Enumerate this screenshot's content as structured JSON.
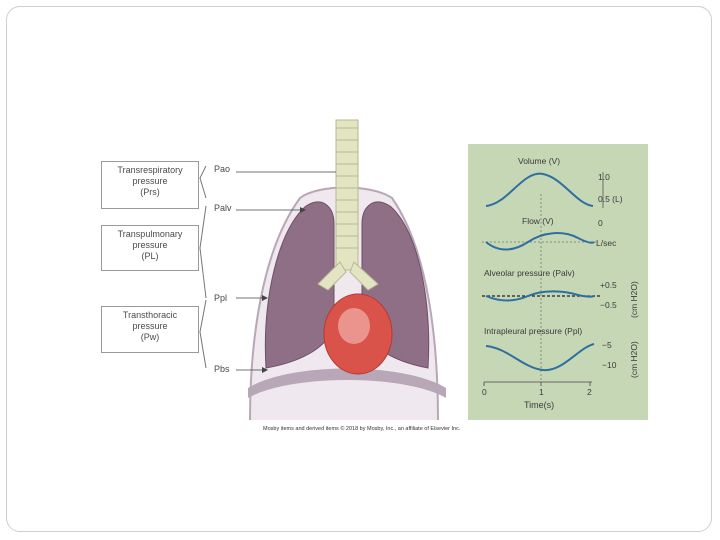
{
  "left_boxes": [
    {
      "lines": [
        "Transrespiratory",
        "pressure",
        "(Prs)"
      ]
    },
    {
      "lines": [
        "Transpulmonary",
        "pressure",
        "(PL)"
      ]
    },
    {
      "lines": [
        "Transthoracic",
        "pressure",
        "(Pw)"
      ]
    }
  ],
  "pressure_labels": {
    "pao": "Pao",
    "palv": "Palv",
    "ppl": "Ppl",
    "pbs": "Pbs"
  },
  "graph_panel": {
    "volume_label": "Volume (V)",
    "flow_label": "Flow (V)",
    "volume_ticks": [
      "1.0",
      "0.5 (L)",
      "0"
    ],
    "flow_unit": "L/sec",
    "alveolar_label": "Alveolar pressure (Palv)",
    "alveolar_ticks": [
      "+0.5",
      "−0.5"
    ],
    "alveolar_unit": "(cm H2O)",
    "intrapleural_label": "Intrapleural pressure (Ppl)",
    "intrapleural_ticks": [
      "−5",
      "−10"
    ],
    "intrapleural_unit": "(cm H2O)",
    "time_ticks": [
      "0",
      "1",
      "2"
    ],
    "time_label": "Time(s)"
  },
  "credit": "Mosby items and derived items © 2018 by Mosby, Inc., an affiliate of Elsevier Inc.",
  "colors": {
    "lung": "#8f6f86",
    "heart": "#d9534a",
    "trachea": "#e3e4c2",
    "panel": "#c6d7b6",
    "curve": "#2e6f9e"
  }
}
